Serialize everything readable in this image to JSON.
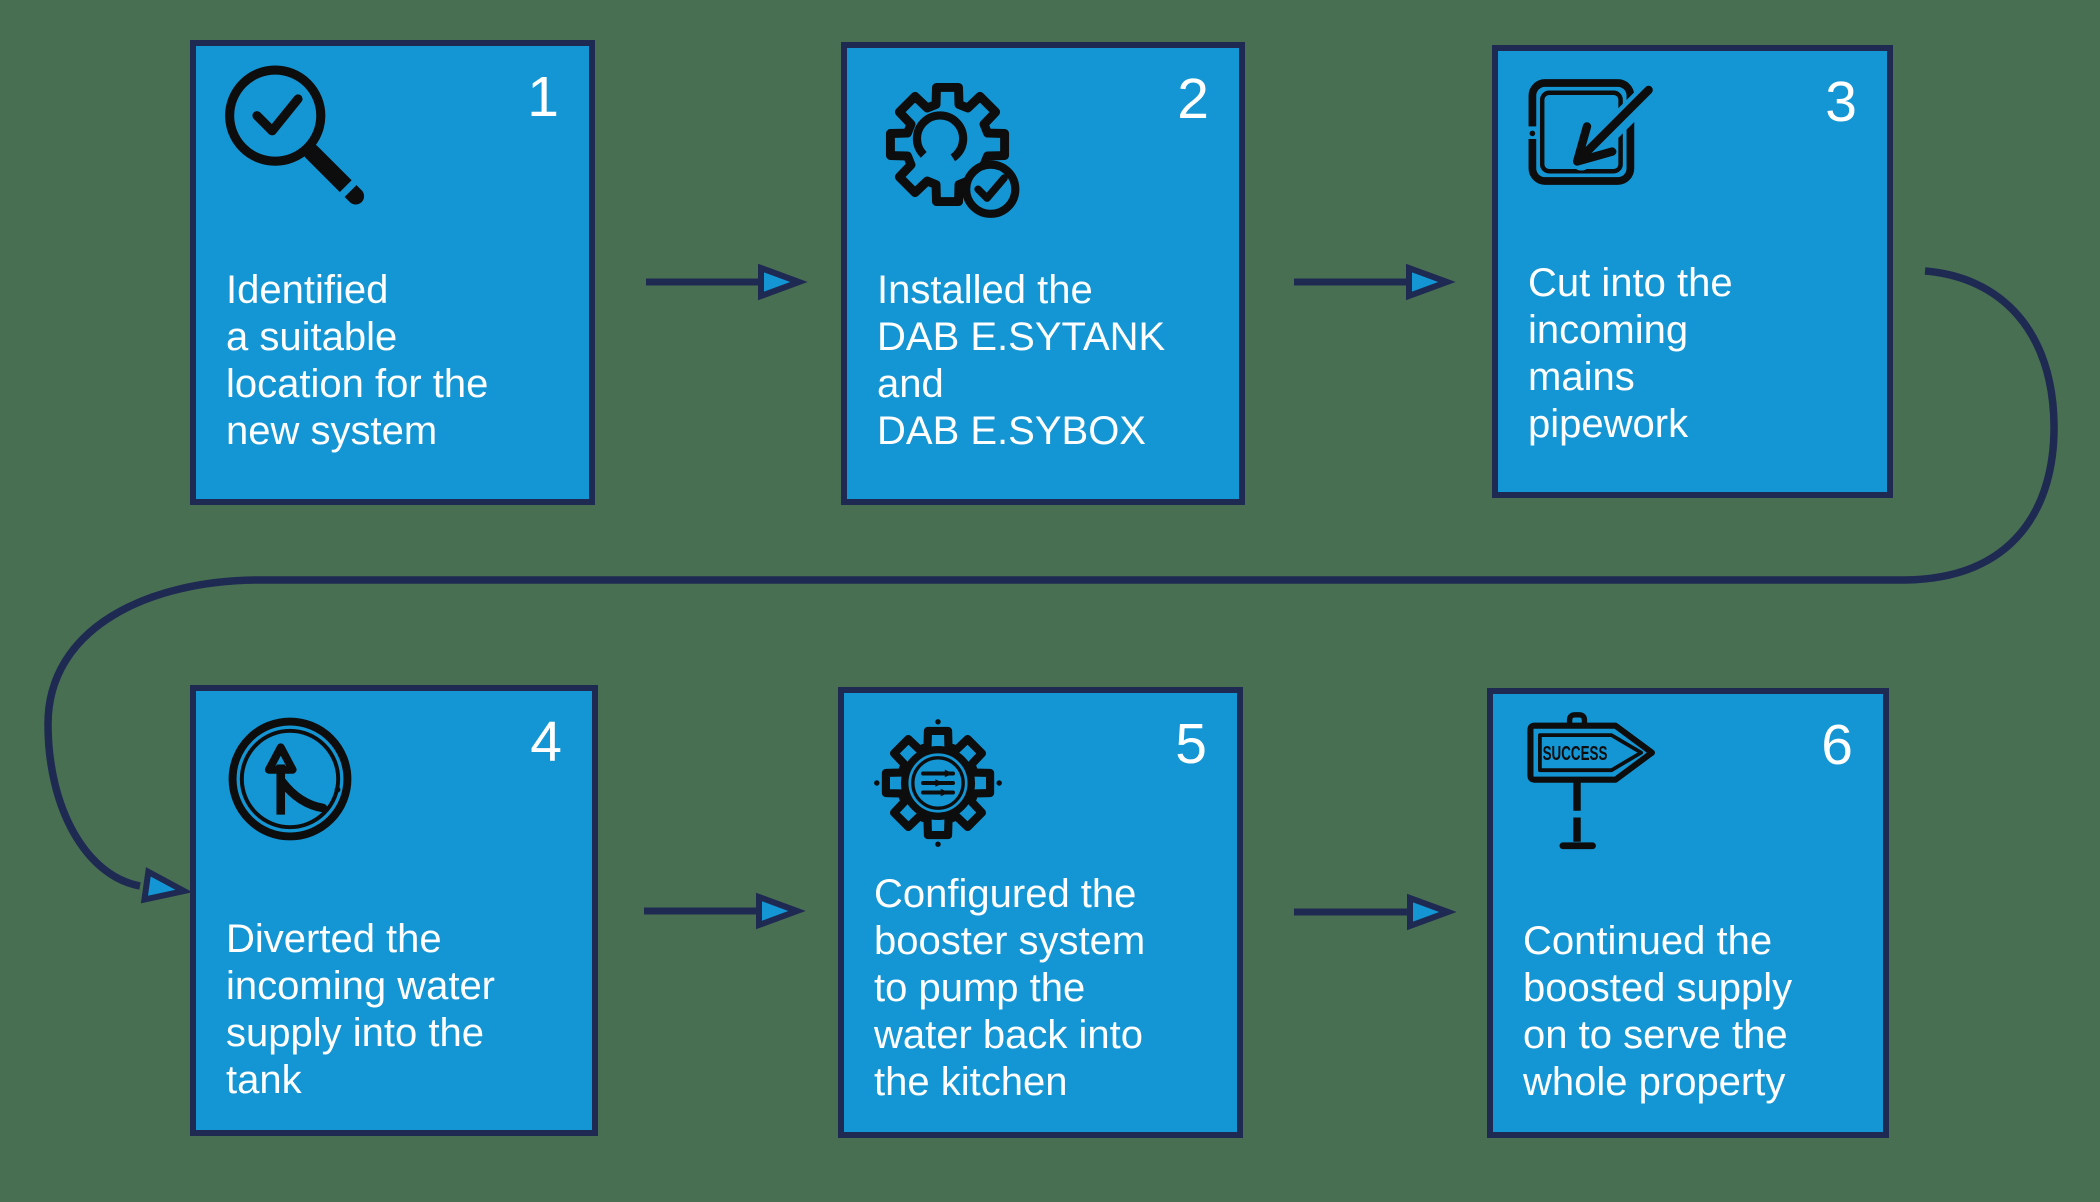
{
  "diagram": {
    "background_color": "#486F52",
    "box_fill_color": "#1496D5",
    "line_color": "#1F2A52",
    "icon_stroke_color": "#0D0D0D",
    "text_color": "#FFFFFF"
  },
  "steps": [
    {
      "number": "1",
      "icon": "magnifier-check-icon",
      "text": "Identified\na suitable\nlocation for the\nnew system"
    },
    {
      "number": "2",
      "icon": "gear-check-icon",
      "text": "Installed the\nDAB E.SYTANK\nand\nDAB E.SYBOX"
    },
    {
      "number": "3",
      "icon": "import-box-icon",
      "text": "Cut into the\nincoming\nmains\npipework"
    },
    {
      "number": "4",
      "icon": "merge-arrow-icon",
      "text": "Diverted the\nincoming water\nsupply into the\ntank"
    },
    {
      "number": "5",
      "icon": "gear-sliders-icon",
      "text": "Configured the\nbooster system\nto pump the\nwater back into\nthe kitchen"
    },
    {
      "number": "6",
      "icon": "success-signpost-icon",
      "sign_label": "SUCCESS",
      "text": "Continued the\nboosted supply\non to serve the\nwhole property"
    }
  ]
}
